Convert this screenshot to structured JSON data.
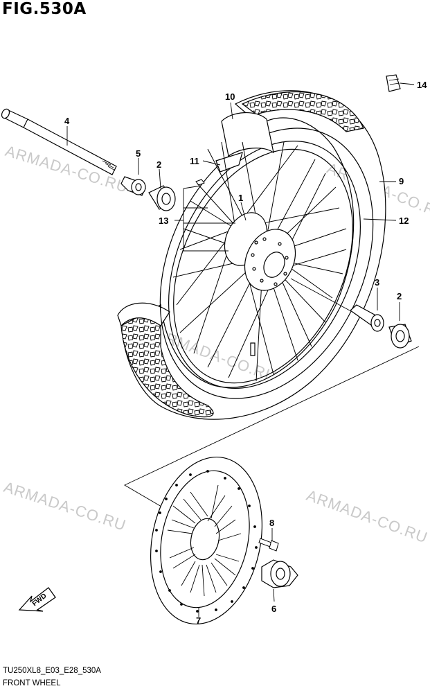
{
  "figure": {
    "title": "FIG.530A"
  },
  "watermark": "ARMADA-CO.RU",
  "footer": {
    "code": "TU250XL8_E03_E28_530A",
    "name": "FRONT WHEEL"
  },
  "direction_label": "FWD",
  "part_numbers": {
    "p1": "1",
    "p2a": "2",
    "p2b": "2",
    "p3": "3",
    "p4": "4",
    "p5": "5",
    "p6": "6",
    "p7": "7",
    "p8": "8",
    "p9": "9",
    "p10": "10",
    "p11": "11",
    "p12": "12",
    "p13": "13",
    "p14": "14"
  }
}
